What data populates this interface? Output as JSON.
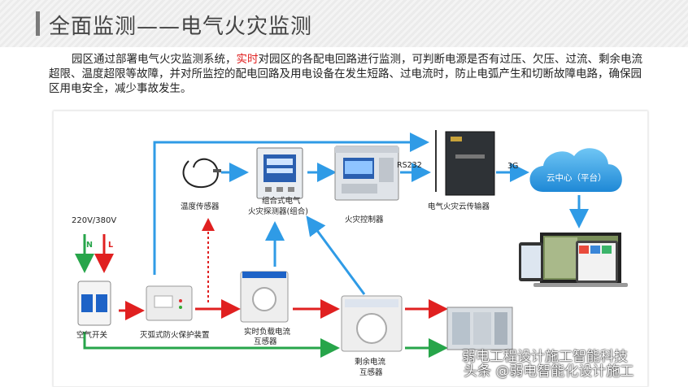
{
  "title": "全面监测——电气火灾监测",
  "description": {
    "before": "园区通过部署电气火灾监测系统，",
    "highlight": "实时",
    "after": "对园区的各配电回路进行监测，可判断电源是否有过压、欠压、过流、剩余电流超限、温度超限等故障，并对所监控的配电回路及用电设备在发生短路、过电流时，防止电弧产生和切断故障电路，确保园区用电安全，减少事故发生。"
  },
  "diagram": {
    "voltage": "220V/380V",
    "n_label": "N",
    "l_label": "L",
    "air_switch": "空气开关",
    "arc_device": "灭弧式防火保护装置",
    "temp_sensor": "温度传感器",
    "combo_detector_line1": "组合式电气",
    "combo_detector_line2": "火灾探测器(组合)",
    "fire_controller": "火灾控制器",
    "cloud_transmitter": "电气火灾云传输器",
    "cloud_center": "云中心（平台）",
    "rs232": "RS232",
    "three_g": "3G",
    "load_ct_line1": "实时负载电流",
    "load_ct_line2": "互感器",
    "residual_ct_line1": "剩余电流",
    "residual_ct_line2": "互感器"
  },
  "watermark": {
    "line1": "弱电工程设计施工智能科技",
    "line2": "头条 @弱电智能化设计施工"
  },
  "colors": {
    "arrow_blue": "#2f9be6",
    "arrow_red": "#e02020",
    "arrow_green": "#27a54a",
    "highlight": "#e01f1f"
  }
}
